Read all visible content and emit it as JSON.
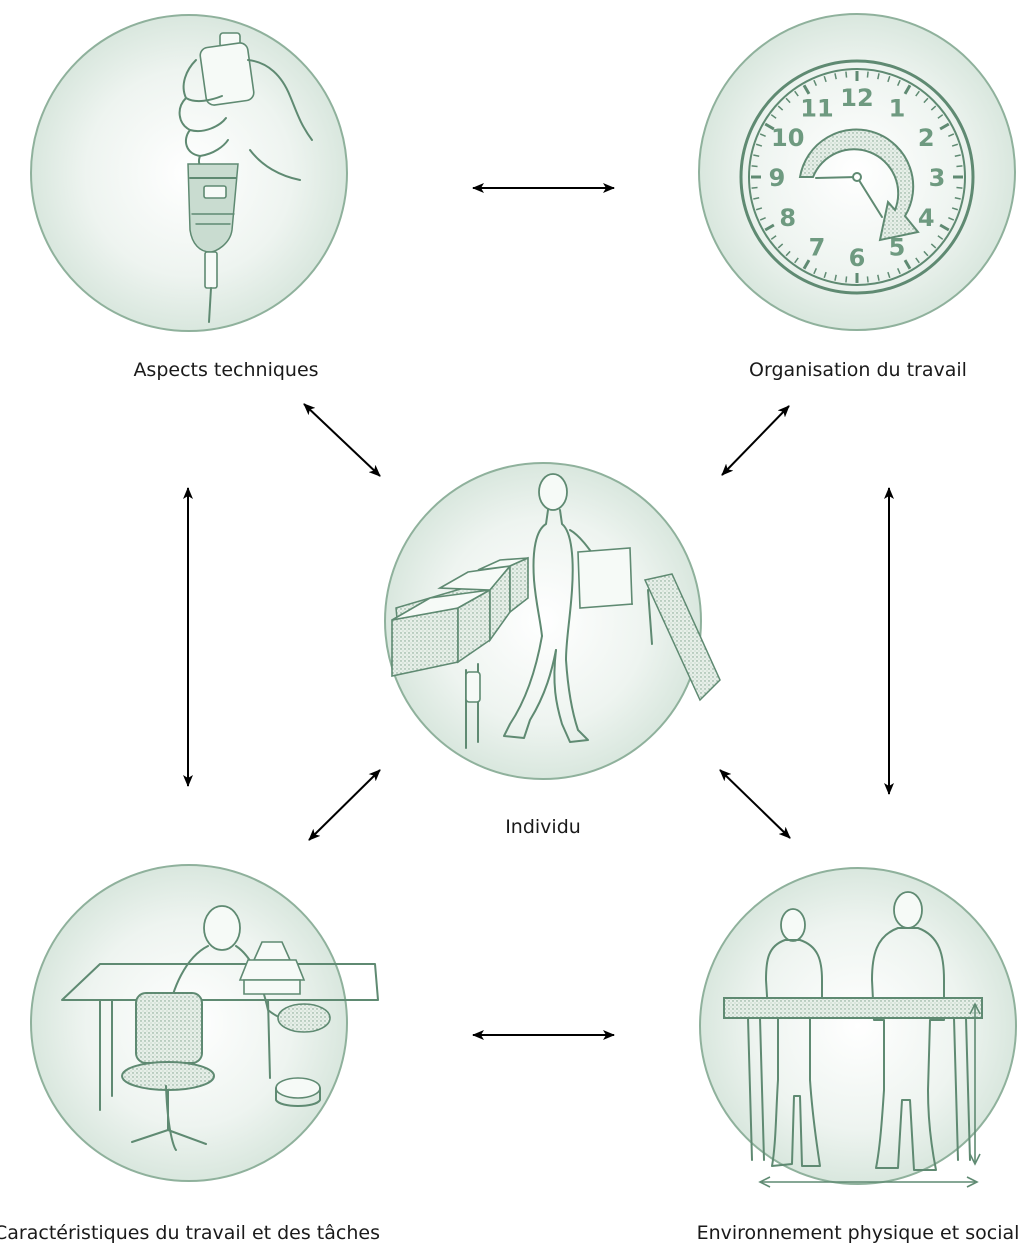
{
  "nodes": {
    "tech": {
      "label": "Aspects techniques",
      "icon": "hand-drill-tool-icon"
    },
    "org": {
      "label": "Organisation du travail",
      "icon": "clock-icon"
    },
    "ind": {
      "label": "Individu",
      "icon": "worker-carrying-box-icon"
    },
    "task": {
      "label": "Caractéristiques du travail et des tâches",
      "icon": "seated-worker-icon"
    },
    "env": {
      "label": "Environnement physique et social",
      "icon": "two-people-at-table-icon"
    }
  },
  "clock_numbers": [
    "12",
    "1",
    "2",
    "3",
    "4",
    "5",
    "6",
    "7",
    "8",
    "9",
    "10",
    "11"
  ],
  "colors": {
    "circle_fill": "#e3ede6",
    "circle_stroke": "#8fb19c",
    "ink": "#5f8a72",
    "arrow": "#000000"
  },
  "edges": [
    [
      "tech",
      "org"
    ],
    [
      "tech",
      "ind"
    ],
    [
      "org",
      "ind"
    ],
    [
      "tech",
      "task"
    ],
    [
      "org",
      "env"
    ],
    [
      "ind",
      "task"
    ],
    [
      "ind",
      "env"
    ],
    [
      "task",
      "env"
    ]
  ]
}
